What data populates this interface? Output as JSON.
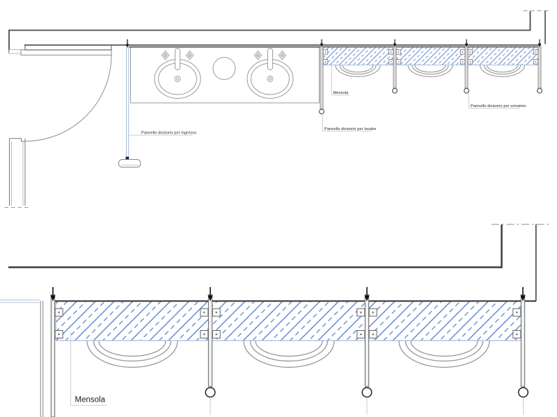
{
  "labels": {
    "panel_ingresso": "Pannello divisorio per ingresso",
    "panel_lavabo": "Pannello divisorio per lavabo",
    "panel_orinatoio": "Pannello divisorio per orinatoio",
    "mensola_plan": "Mensola",
    "mensola_detail": "Mensola"
  },
  "colors": {
    "hatch_blue": "#4e79c9",
    "band_edge_blue": "#a9bcd9",
    "wall_dark": "#454545",
    "fixture_gray": "#999999",
    "divider_gray": "#d8d8d8",
    "leader_gray": "#c8c8c8",
    "label_text": "#1a1a1a"
  },
  "views": {
    "plan": "top plan view with entrance door, double washbasin counter, shelf band and urinals",
    "detail": "enlarged section of shelf (mensola) with urinals and divider panels"
  }
}
